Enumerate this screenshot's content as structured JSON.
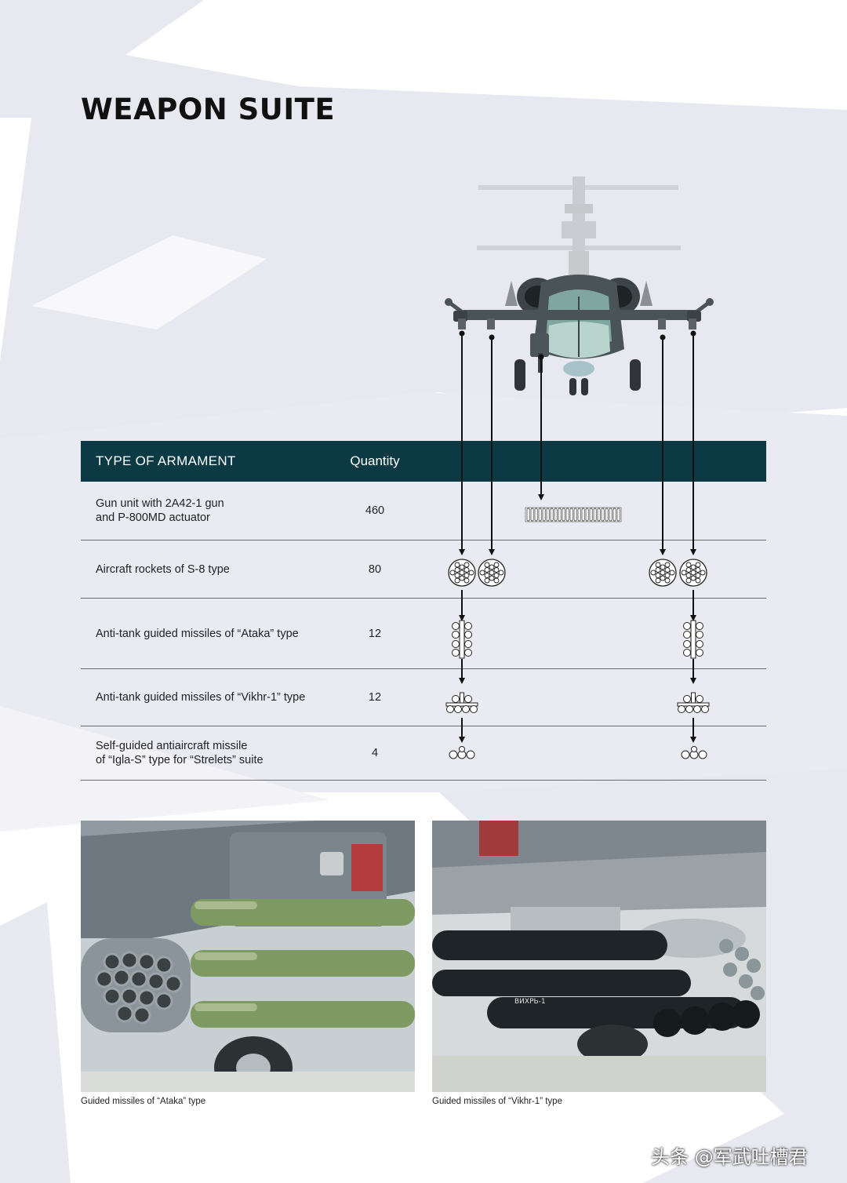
{
  "page": {
    "title": "WEAPON SUITE",
    "accent_color": "#0b3a45",
    "background_shape_color": "#e6e7ef"
  },
  "table": {
    "header": {
      "type_label": "TYPE OF ARMAMENT",
      "quantity_label": "Quantity"
    },
    "rows": [
      {
        "type_line1": "Gun unit with 2A42-1 gun",
        "type_line2": "and P-800MD actuator",
        "quantity": "460",
        "icon": "ammo-belt-icon"
      },
      {
        "type_line1": "Aircraft rockets of S-8 type",
        "type_line2": "",
        "quantity": "80",
        "icon": "rocket-pod-icon"
      },
      {
        "type_line1": "Anti-tank guided missiles of “Ataka” type",
        "type_line2": "",
        "quantity": "12",
        "icon": "ataka-launcher-icon"
      },
      {
        "type_line1": "Anti-tank guided missiles of “Vikhr-1” type",
        "type_line2": "",
        "quantity": "12",
        "icon": "vikhr-launcher-icon"
      },
      {
        "type_line1": "Self-guided antiaircraft missile",
        "type_line2": "of “Igla-S” type for “Strelets” suite",
        "quantity": "4",
        "icon": "igla-launcher-icon"
      }
    ]
  },
  "photos": [
    {
      "caption": "Guided missiles of “Ataka” type",
      "label": ""
    },
    {
      "caption": "Guided missiles of “Vikhr-1” type",
      "label": "ВИХРЬ-1"
    }
  ],
  "watermark": "头条 @军武吐槽君"
}
